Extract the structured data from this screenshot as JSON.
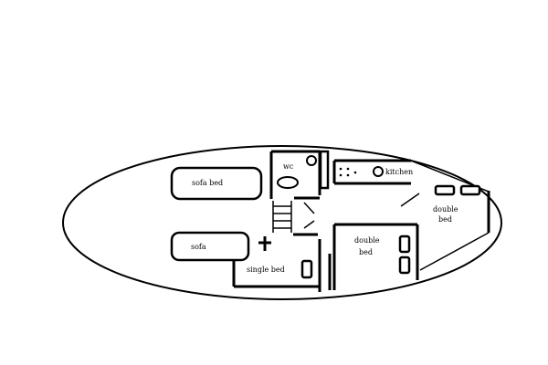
{
  "labels": {
    "sofa_bed": "sofa bed",
    "sofa": "sofa",
    "wc": "wc",
    "kitchen": "kitchen",
    "double_bed_fwd": "double bed",
    "double_bed_fwd_line1": "double",
    "double_bed_fwd_line2": "bed",
    "double_bed_mid": "double bed",
    "double_bed_mid_line1": "double",
    "double_bed_mid_line2": "bed",
    "single_bed": "single bed"
  },
  "colors": {
    "ink": "#000000",
    "background": "#ffffff"
  }
}
